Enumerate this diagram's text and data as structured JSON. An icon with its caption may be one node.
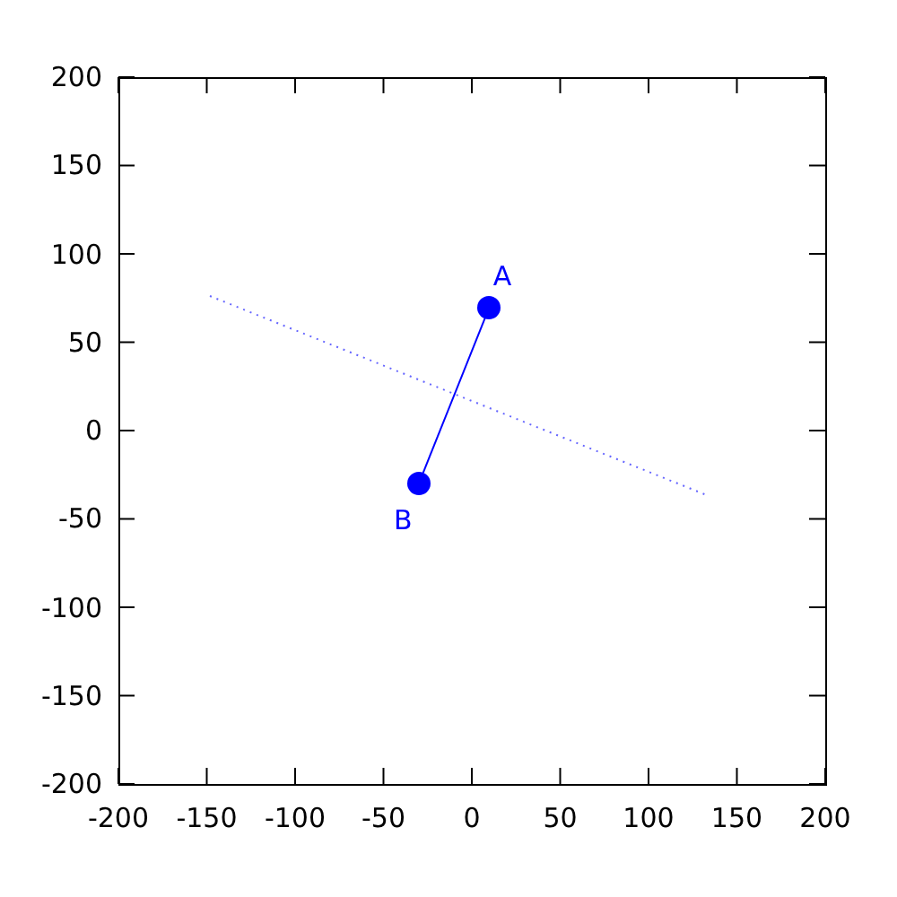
{
  "diagram": {
    "nodes": [
      {
        "text": [],
        "shape": "circle",
        "beside": [
          "A"
        ]
      },
      {
        "text": [],
        "shape": "circle",
        "beside": [
          "B"
        ]
      }
    ],
    "edges": [
      {
        "from": 0,
        "to": 1,
        "arrow": "none"
      }
    ],
    "labels": [
      "200",
      "150",
      "100",
      "50",
      "0",
      "-50",
      "-100",
      "-150",
      "-200",
      "-200",
      "-150",
      "-100",
      "-50",
      "0",
      "50",
      "100",
      "150",
      "200"
    ]
  }
}
